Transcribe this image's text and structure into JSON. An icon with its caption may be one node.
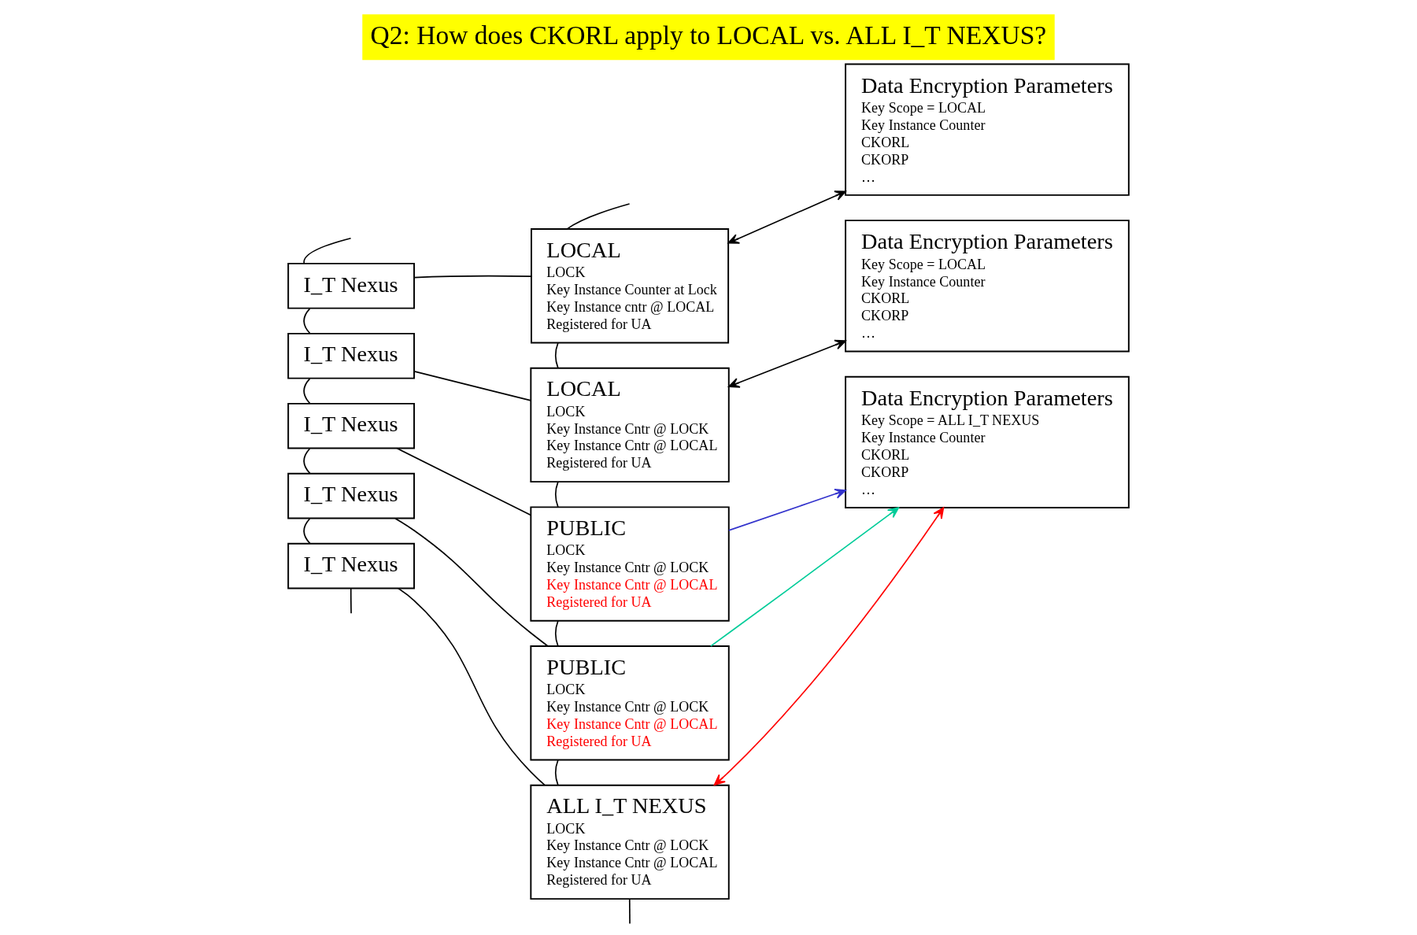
{
  "diagram": {
    "title": "Q2: How does CKORL apply to LOCAL vs. ALL I_T NEXUS?",
    "nodes": [
      {
        "text": [
          "I_T Nexus"
        ]
      },
      {
        "text": [
          "LOCAL",
          "LOCK",
          "Key Instance Counter at Lock",
          "Key Instance cntr @ LOCAL",
          "Registered for UA"
        ]
      },
      {
        "text": [
          "Data Encryption Parameters",
          "Key Scope = LOCAL",
          "Key Instance Counter",
          "CKORL",
          "CKORP",
          "…"
        ]
      },
      {
        "text": [
          "I_T Nexus"
        ]
      },
      {
        "text": [
          "LOCAL",
          "LOCK",
          "Key Instance Cntr @ LOCK",
          "Key Instance Cntr @ LOCAL",
          "Registered for UA"
        ]
      },
      {
        "text": [
          "Data Encryption Parameters",
          "Key Scope = LOCAL",
          "Key Instance Counter",
          "CKORL",
          "CKORP",
          "…"
        ]
      },
      {
        "text": [
          "I_T Nexus"
        ]
      },
      {
        "text": [
          "PUBLIC",
          "LOCK",
          "Key Instance Cntr @ LOCK",
          "Key Instance Cntr @ LOCAL",
          "Registered for UA"
        ]
      },
      {
        "text": [
          "I_T Nexus"
        ]
      },
      {
        "text": [
          "PUBLIC",
          "LOCK",
          "Key Instance Cntr @ LOCK",
          "Key Instance Cntr @ LOCAL",
          "Registered for UA"
        ]
      },
      {
        "text": [
          "Data Encryption Parameters",
          "Key Scope = ALL I_T NEXUS",
          "Key Instance Counter",
          "CKORL",
          "CKORP",
          "…"
        ]
      },
      {
        "text": [
          "I_T Nexus"
        ]
      },
      {
        "text": [
          "ALL I_T NEXUS",
          "LOCK",
          "Key Instance Cntr @ LOCK",
          "Key Instance Cntr @ LOCAL",
          "Registered for UA"
        ]
      }
    ],
    "edges": [
      {
        "from": null,
        "to": 0,
        "arrow": "none"
      },
      {
        "from": 0,
        "to": 3,
        "arrow": "none"
      },
      {
        "from": 3,
        "to": 6,
        "arrow": "none"
      },
      {
        "from": 6,
        "to": 8,
        "arrow": "none"
      },
      {
        "from": 8,
        "to": 11,
        "arrow": "none"
      },
      {
        "from": 11,
        "to": null,
        "arrow": "none"
      },
      {
        "from": null,
        "to": 1,
        "arrow": "none"
      },
      {
        "from": 1,
        "to": 4,
        "arrow": "none"
      },
      {
        "from": 4,
        "to": 7,
        "arrow": "none"
      },
      {
        "from": 7,
        "to": 9,
        "arrow": "none"
      },
      {
        "from": 9,
        "to": 12,
        "arrow": "none"
      },
      {
        "from": 12,
        "to": null,
        "arrow": "none"
      },
      {
        "from": 0,
        "to": 1,
        "arrow": "none"
      },
      {
        "from": 3,
        "to": 4,
        "arrow": "none"
      },
      {
        "from": 6,
        "to": 7,
        "arrow": "none"
      },
      {
        "from": 8,
        "to": 9,
        "arrow": "none"
      },
      {
        "from": 11,
        "to": 12,
        "arrow": "none"
      },
      {
        "from": 2,
        "to": 1,
        "arrow": "both"
      },
      {
        "from": 5,
        "to": 4,
        "arrow": "both"
      },
      {
        "from": 7,
        "to": 10,
        "arrow": "to",
        "color": "#3333cc"
      },
      {
        "from": 9,
        "to": 10,
        "arrow": "to",
        "color": "#00cc99"
      },
      {
        "from": 10,
        "to": 12,
        "arrow": "both",
        "color": "#ff0000"
      }
    ]
  }
}
